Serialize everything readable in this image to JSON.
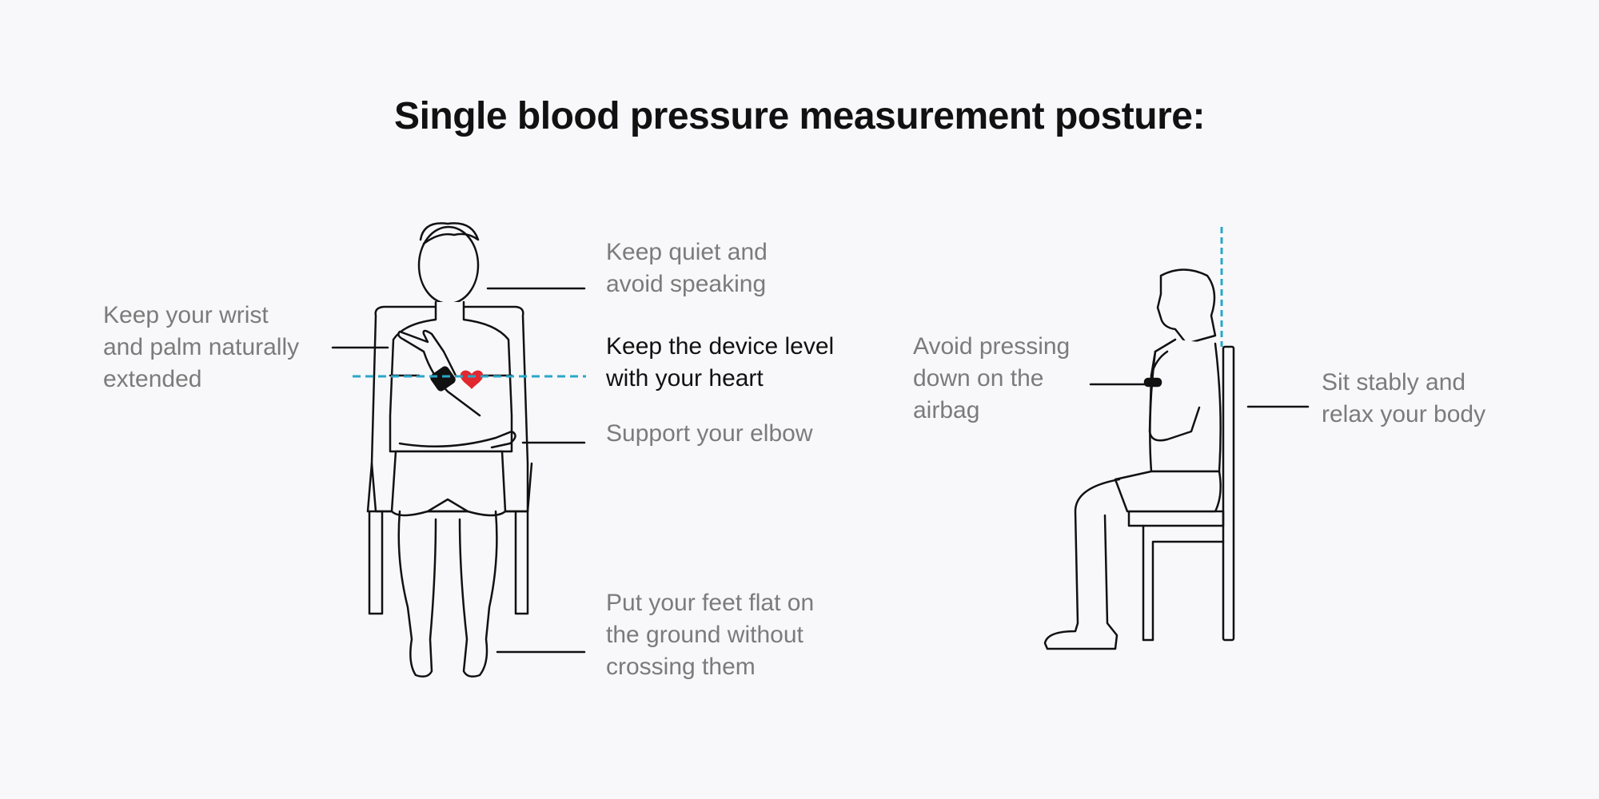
{
  "title": "Single blood pressure measurement posture:",
  "front_view": {
    "wrist_label": [
      "Keep your wrist",
      "and palm naturally",
      "extended"
    ],
    "quiet_label": [
      "Keep quiet and",
      "avoid speaking"
    ],
    "level_label": [
      "Keep the device level",
      "with your heart"
    ],
    "elbow_label": [
      "Support your elbow"
    ],
    "feet_label": [
      "Put your feet flat on",
      "the ground without",
      "crossing them"
    ]
  },
  "side_view": {
    "airbag_label": [
      "Avoid pressing",
      "down on the",
      "airbag"
    ],
    "sit_label": [
      "Sit stably and",
      "relax your body"
    ]
  },
  "colors": {
    "guide_line": "#2aa7c9",
    "heart": "#e0282e",
    "label_gray": "#7b7b7b",
    "label_dark": "#111111"
  }
}
